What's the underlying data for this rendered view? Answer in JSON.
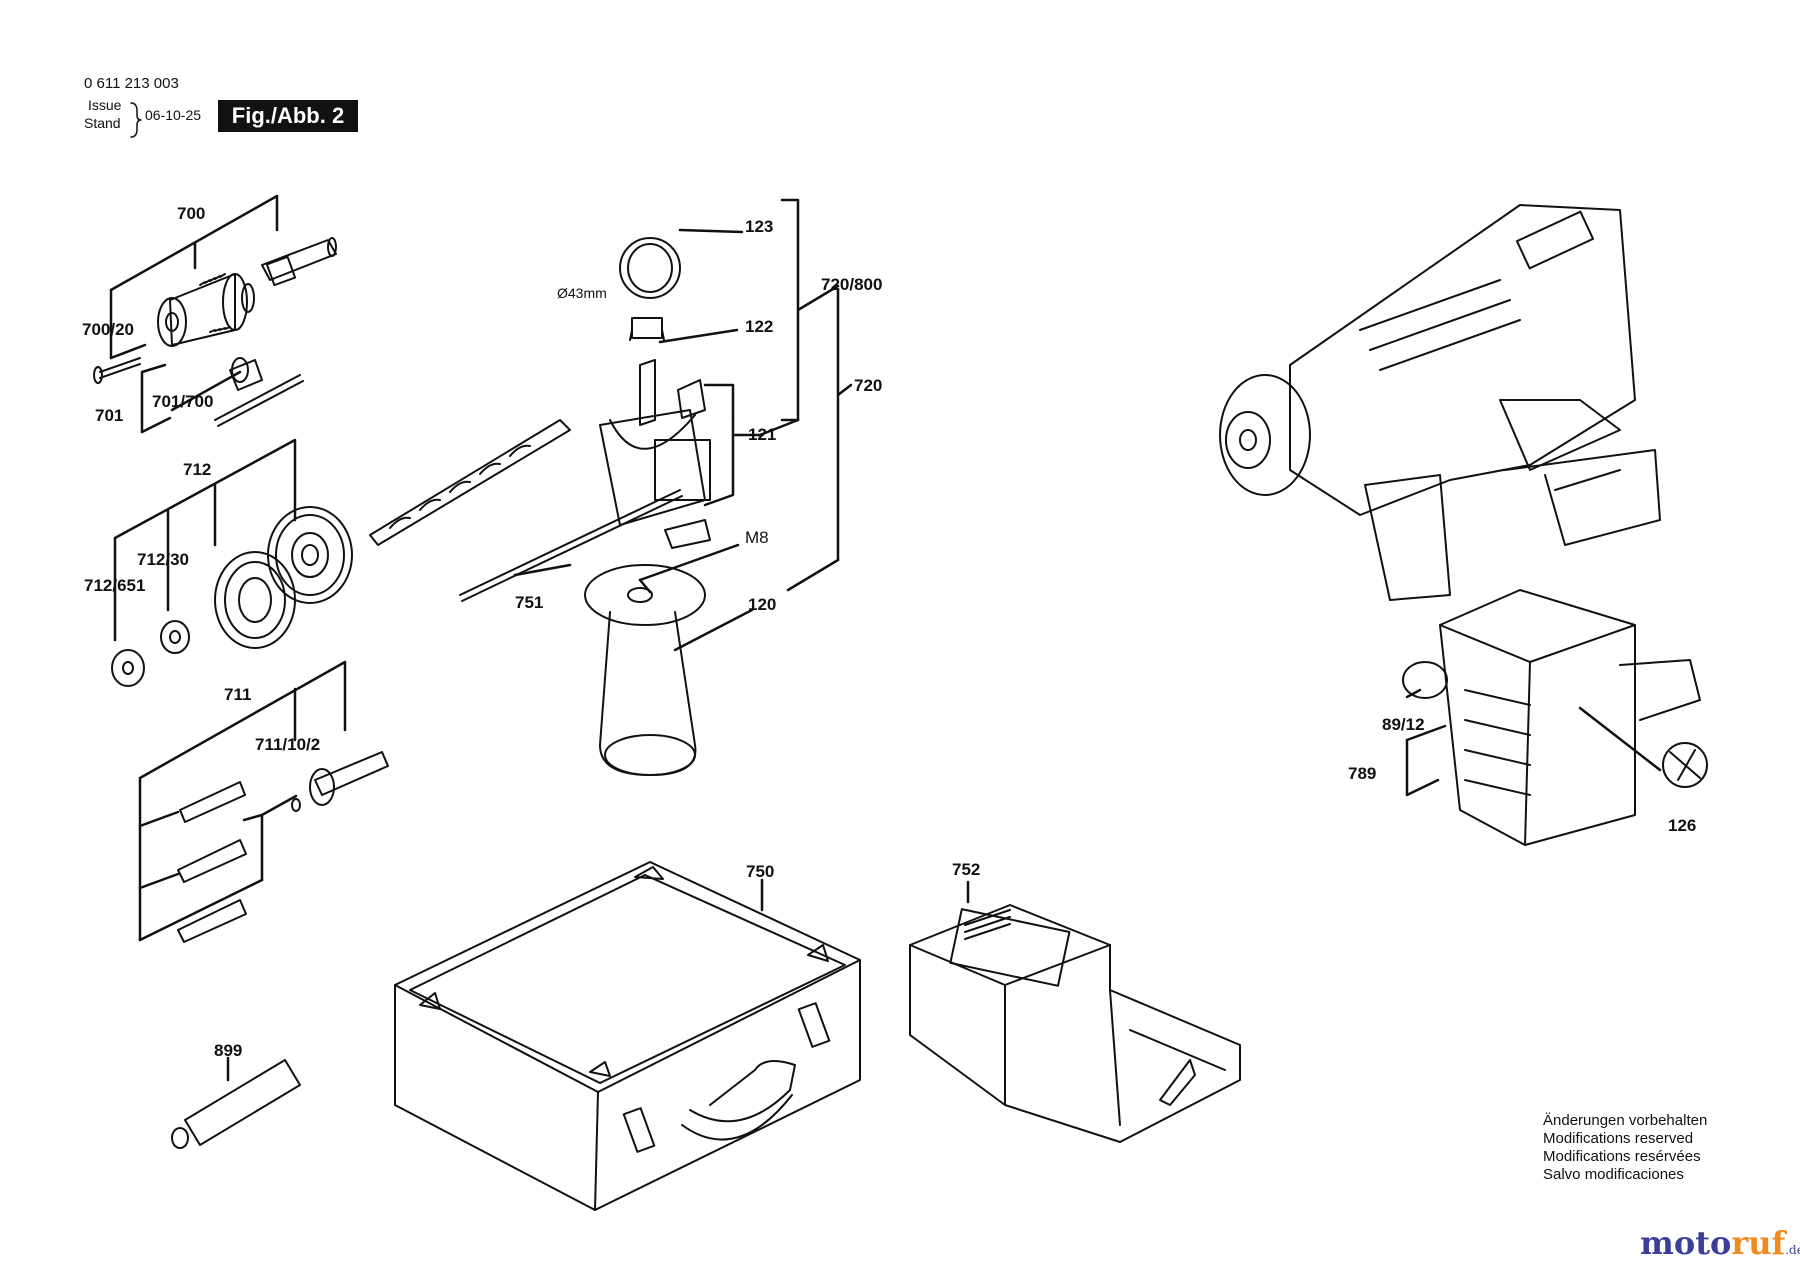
{
  "header": {
    "part_number": "0 611 213 003",
    "issue_label_1": "Issue",
    "issue_label_2": "Stand",
    "date": "06-10-25",
    "figure": "Fig./Abb. 2"
  },
  "labels": {
    "l700": "700",
    "l700_20": "700/20",
    "l701": "701",
    "l701_700": "701/700",
    "l712": "712",
    "l712_30": "712/30",
    "l712_651": "712/651",
    "l711": "711",
    "l711_10_2": "711/10/2",
    "l899": "899",
    "l123": "123",
    "l122": "122",
    "l121": "121",
    "l751": "751",
    "l120": "120",
    "lM8": "M8",
    "l720_800": "720/800",
    "l720": "720",
    "l750": "750",
    "l752": "752",
    "l89_12": "89/12",
    "l789": "789",
    "l126": "126",
    "diameter": "Ø43mm"
  },
  "notes": [
    "Änderungen vorbehalten",
    "Modifications reserved",
    "Modifications resérvées",
    "Salvo modificaciones"
  ],
  "brand": {
    "part1": "moto",
    "part2": "ruf",
    "suffix": ".de"
  },
  "colors": {
    "ink": "#111111",
    "brand_blue": "#3c3f9a",
    "brand_orange": "#f08a1c"
  },
  "icons": [
    "drill-chuck",
    "chuck-key",
    "sds-adapter",
    "screw",
    "drill-bit",
    "depth-stop",
    "auxiliary-handle",
    "rotary-hammer",
    "battery-pack",
    "battery-charger",
    "carrying-case",
    "grease-tube",
    "screwdriver-bits",
    "label-sticker"
  ]
}
